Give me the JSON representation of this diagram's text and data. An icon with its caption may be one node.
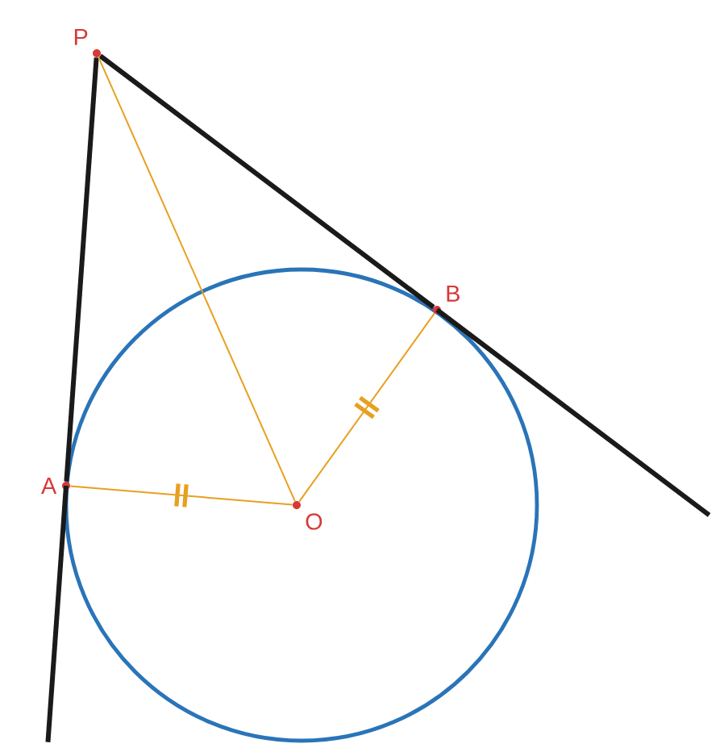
{
  "diagram": {
    "nodes": [
      {
        "text": [
          "P"
        ]
      },
      {
        "text": [
          "A"
        ]
      },
      {
        "text": [
          "B"
        ]
      },
      {
        "text": [
          "O"
        ]
      }
    ],
    "edges": [
      {
        "from": 0,
        "to": 1,
        "arrow": "none",
        "style": "thick",
        "color": "#1a1a1a"
      },
      {
        "from": 0,
        "to": 2,
        "arrow": "none",
        "style": "thick",
        "color": "#1a1a1a"
      },
      {
        "from": 0,
        "to": 3,
        "arrow": "none"
      },
      {
        "from": 1,
        "to": 3,
        "arrow": "none"
      },
      {
        "from": 3,
        "to": 2,
        "arrow": "none"
      }
    ]
  }
}
